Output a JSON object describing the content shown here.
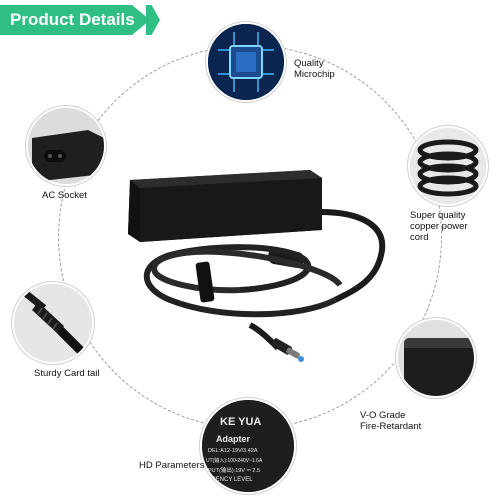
{
  "banner": {
    "title": "Product Details",
    "color": "#2fbf84"
  },
  "features": {
    "chip": {
      "label": "Quality\nMicrochip",
      "icon": "microchip-icon"
    },
    "ac": {
      "label": "AC Socket",
      "icon": "ac-socket-icon"
    },
    "cord": {
      "label": "Super quality\ncopper power\ncord",
      "icon": "coiled-cord-icon"
    },
    "tail": {
      "label": "Sturdy Card tail",
      "icon": "cable-tail-icon"
    },
    "fire": {
      "label": "V-O Grade\nFire-Retardant",
      "icon": "adapter-corner-icon"
    },
    "hd": {
      "label": "HD Parameters",
      "icon": "label-sticker-icon"
    }
  },
  "sticker": {
    "brand": "KE YUA",
    "title": "Adapter",
    "model": "DEL:A12-19V/3.42A",
    "input": "UT(输入):100-240V~1.6A",
    "output": "PUT(输出):19V ⎓ 2.5",
    "efficiency": "IENCY LEVEL"
  }
}
